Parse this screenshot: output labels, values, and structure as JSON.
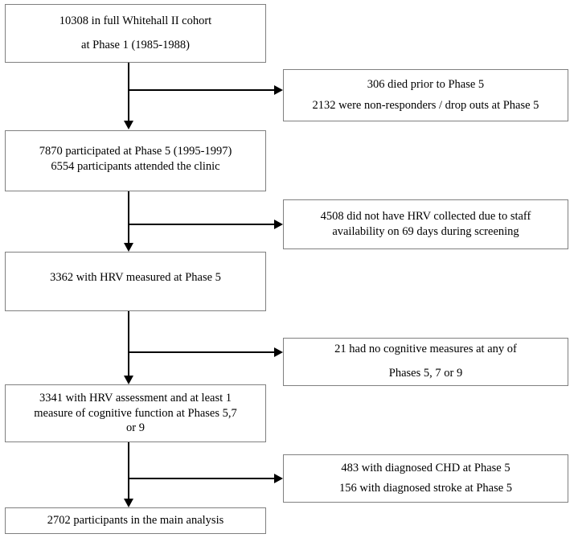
{
  "diagram": {
    "title": "Whitehall II cohort participant flow",
    "type": "flowchart",
    "colors": {
      "box_border": "#808080",
      "connector": "#000000",
      "background": "#ffffff",
      "text": "#000000"
    },
    "main_nodes": [
      {
        "id": "node-cohort",
        "lines": [
          "10308 in full Whitehall II cohort",
          "at Phase 1 (1985-1988)"
        ]
      },
      {
        "id": "node-phase5",
        "lines": [
          "7870 participated at Phase 5 (1995-1997)",
          "6554 participants attended the clinic"
        ]
      },
      {
        "id": "node-hrv",
        "lines": [
          "3362 with HRV measured at Phase 5"
        ]
      },
      {
        "id": "node-cognitive",
        "lines": [
          "3341 with HRV assessment and at least 1",
          "measure of cognitive function at Phases 5,7",
          "or 9"
        ]
      },
      {
        "id": "node-analysis",
        "lines": [
          "2702 participants in the main analysis"
        ]
      }
    ],
    "exclusion_nodes": [
      {
        "id": "excl-phase5",
        "lines": [
          "306 died prior to Phase 5",
          "2132 were non-responders / drop outs at Phase 5"
        ]
      },
      {
        "id": "excl-hrv",
        "lines": [
          "4508 did not have HRV collected due to staff",
          "availability on 69 days during screening"
        ]
      },
      {
        "id": "excl-cognitive",
        "lines": [
          "21 had no cognitive measures at any of",
          "Phases 5, 7 or 9"
        ]
      },
      {
        "id": "excl-disease",
        "lines": [
          "483 with diagnosed CHD at Phase 5",
          "156 with diagnosed stroke at Phase 5"
        ]
      }
    ]
  }
}
